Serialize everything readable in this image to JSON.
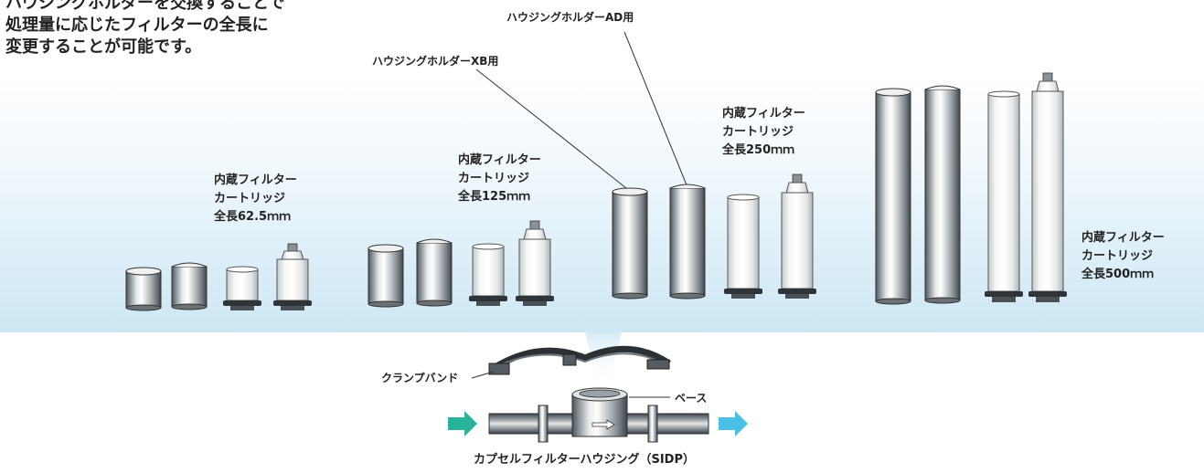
{
  "intro": {
    "lines": [
      "ハウジングホルダーを交換することで",
      "処理量に応じたフィルターの全長に",
      "変更することが可能です。"
    ]
  },
  "holders": {
    "ad": "ハウジングホルダーAD用",
    "xb": "ハウジングホルダーXB用"
  },
  "groups": [
    {
      "line1": "内蔵フィルター",
      "line2": "カートリッジ",
      "length": "全長62.5ｍｍ"
    },
    {
      "line1": "内蔵フィルター",
      "line2": "カートリッジ",
      "length": "全長125ｍｍ"
    },
    {
      "line1": "内蔵フィルター",
      "line2": "カートリッジ",
      "length": "全長250ｍｍ"
    },
    {
      "line1": "内蔵フィルター",
      "line2": "カートリッジ",
      "length": "全長500ｍｍ"
    }
  ],
  "housing": {
    "clamp": "クランプバンド",
    "base": "ベース",
    "caption": "カプセルフィルターハウジング（SIDP）"
  },
  "colors": {
    "band_top": "#ffffff",
    "band_bottom": "#cfe8f4",
    "flow_in": "#28b39a",
    "flow_out": "#4cbfe6",
    "metal_dark": "#555c63",
    "metal_light": "#f2f4f5"
  }
}
